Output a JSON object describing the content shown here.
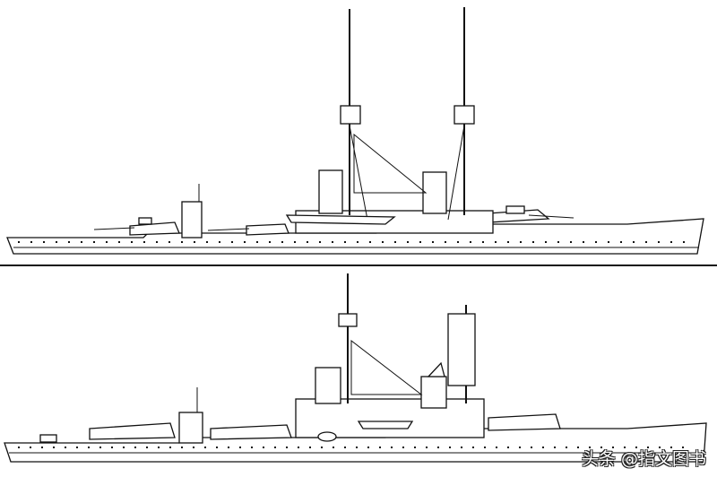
{
  "watermark": "头条 @指文图书",
  "drawings": [
    {
      "id": "upper-ship-profile"
    },
    {
      "id": "lower-ship-profile"
    }
  ]
}
